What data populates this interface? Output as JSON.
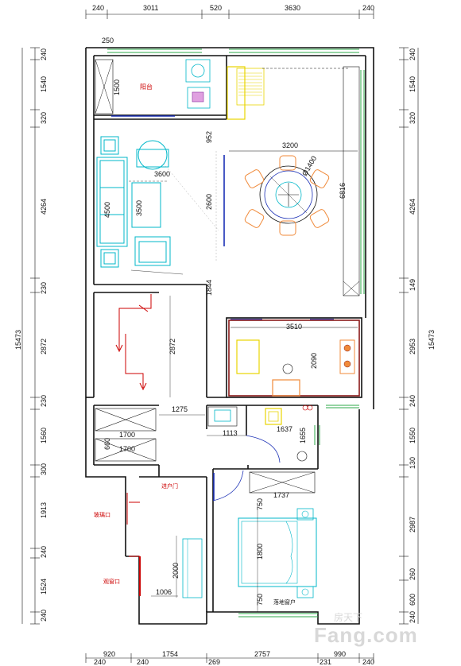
{
  "dims": {
    "top": [
      "240",
      "3011",
      "520",
      "3630",
      "240"
    ],
    "bottom": [
      "920",
      "1754",
      "2757",
      "990",
      "240",
      "240",
      "269",
      "231",
      "240"
    ],
    "left": [
      "240",
      "1540",
      "320",
      "4264",
      "230",
      "2872",
      "230",
      "1560",
      "300",
      "1913",
      "240",
      "1524",
      "240"
    ],
    "left_total": "15473",
    "right": [
      "240",
      "1540",
      "320",
      "4264",
      "149",
      "2953",
      "240",
      "1550",
      "130",
      "2987",
      "260",
      "600",
      "240"
    ],
    "right_total": "15473"
  },
  "inner_dims": {
    "d250": "250",
    "d1500": "1500",
    "d952": "952",
    "d3200": "3200",
    "d1400": "Ø1400",
    "d3600": "3600",
    "d4500": "4500",
    "d3500": "3500",
    "d2600": "2600",
    "d6816": "6816",
    "d1844": "1844",
    "d3510": "3510",
    "d2090": "2090",
    "d2872": "2872",
    "d1275": "1275",
    "d1700a": "1700",
    "d1700b": "1700",
    "d660": "660",
    "d1113": "1113",
    "d1637": "1637",
    "d1655": "1655",
    "d1737": "1737",
    "d750a": "750",
    "d1800": "1800",
    "d750b": "750",
    "d2000": "2000",
    "d1006": "1006"
  },
  "labels": {
    "balcony": "阳台",
    "entrance": "进户门",
    "window_left1": "玻璃口",
    "window_left2": "观窗口",
    "bay_window": "落地窗户"
  },
  "watermark": {
    "brand": "房天下",
    "site": "Fang.com"
  },
  "colors": {
    "wall": "#111111",
    "furniture": "#00b7c9",
    "window": "#2ea84a",
    "door": "#1a2fb5",
    "red": "#cc0000",
    "chair": "#f08a3a",
    "yellow": "#e8d400",
    "kitchen": "#8b1a1a"
  }
}
